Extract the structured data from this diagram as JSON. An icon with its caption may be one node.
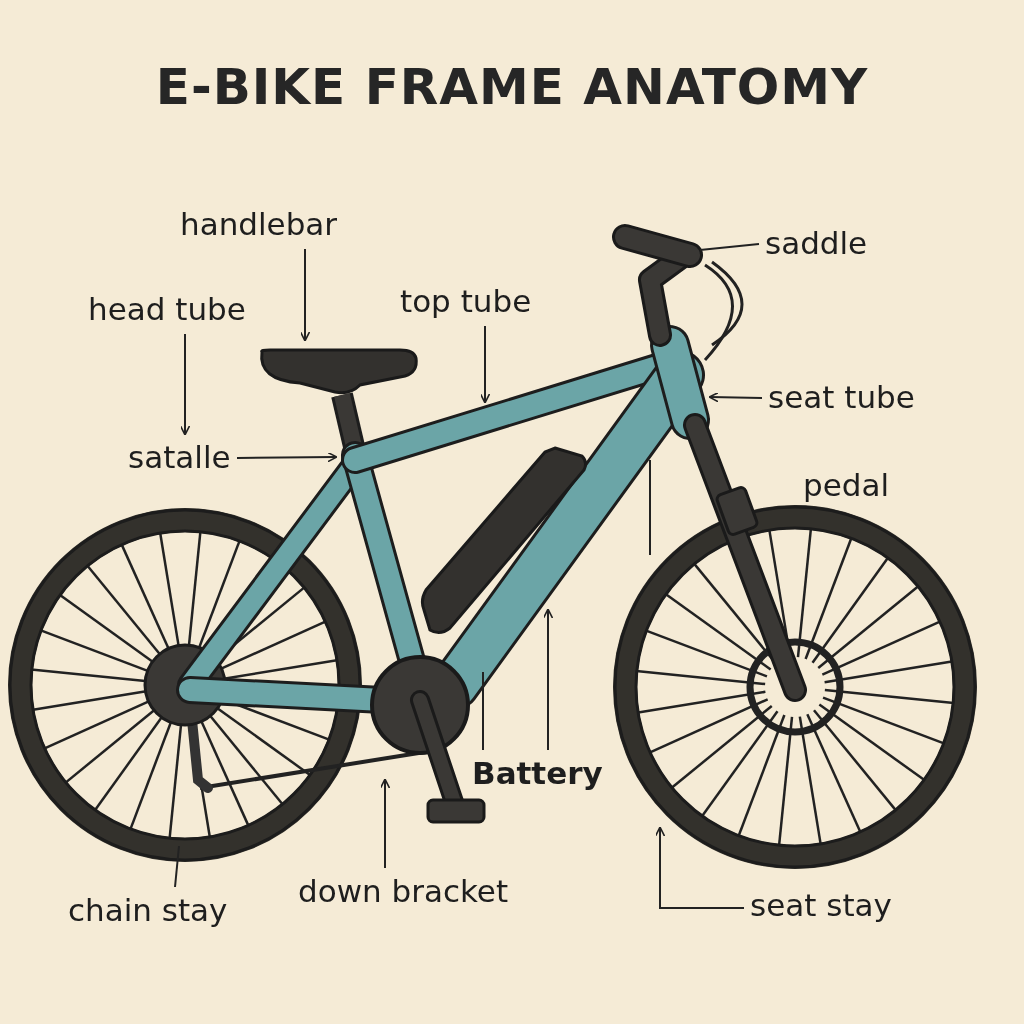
{
  "diagram": {
    "title": "E-BIKE FRAME ANATOMY",
    "nodes": [
      {
        "text": [
          "handlebar"
        ]
      },
      {
        "text": [
          "saddle"
        ]
      },
      {
        "text": [
          "top tube"
        ]
      },
      {
        "text": [
          "head tube"
        ]
      },
      {
        "text": [
          "seat tube"
        ]
      },
      {
        "text": [
          "satalle"
        ]
      },
      {
        "text": [
          "Battery"
        ]
      },
      {
        "text": [
          "down bracket"
        ]
      },
      {
        "text": [
          "seat stay"
        ]
      },
      {
        "text": [
          "chain stay"
        ]
      }
    ],
    "edges": [
      {
        "from": 0,
        "to": null,
        "arrow": "to"
      },
      {
        "from": 1,
        "to": null,
        "arrow": "none"
      },
      {
        "from": 2,
        "to": null,
        "arrow": "to"
      },
      {
        "from": 3,
        "to": 5,
        "arrow": "to"
      },
      {
        "from": 4,
        "to": null,
        "arrow": "to"
      },
      {
        "from": 5,
        "to": null,
        "arrow": "to"
      },
      {
        "from": 6,
        "to": null,
        "arrow": "none"
      },
      {
        "from": 6,
        "to": null,
        "arrow": "to"
      },
      {
        "from": 7,
        "to": null,
        "arrow": "to"
      },
      {
        "from": 8,
        "to": null,
        "arrow": "to"
      },
      {
        "from": 9,
        "to": null,
        "arrow": "none"
      }
    ],
    "labels": [
      "pedal"
    ]
  }
}
